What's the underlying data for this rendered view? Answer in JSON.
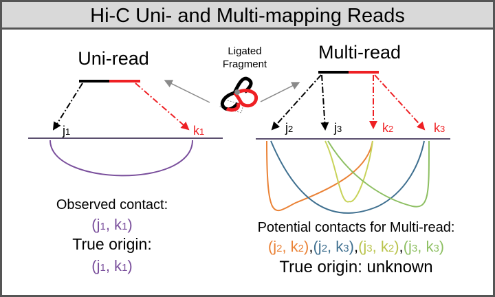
{
  "title": "Hi-C Uni- and Multi-mapping Reads",
  "uni": {
    "heading": "Uni-read",
    "j": "j",
    "j_sub": "1",
    "k": "k",
    "k_sub": "1",
    "observed_label": "Observed contact:",
    "observed": {
      "open": "(j",
      "j_sub": "1",
      "mid": ", k",
      "k_sub": "1",
      "close": ")"
    },
    "true_origin_label": "True origin:",
    "true_origin": {
      "open": "(j",
      "j_sub": "1",
      "mid": ", k",
      "k_sub": "1",
      "close": ")"
    }
  },
  "fragment": {
    "line1": "Ligated",
    "line2": "Fragment"
  },
  "multi": {
    "heading": "Multi-read",
    "labels": [
      {
        "t": "j",
        "sub": "2"
      },
      {
        "t": "j",
        "sub": "3"
      },
      {
        "t": "k",
        "sub": "2"
      },
      {
        "t": "k",
        "sub": "3"
      }
    ],
    "potential_label": "Potential contacts for Multi-read:",
    "pairs": [
      {
        "open": "(j",
        "a": "2",
        "mid": ", k",
        "b": "2",
        "close": ")",
        "sep": ","
      },
      {
        "open": "(j",
        "a": "2",
        "mid": ", k",
        "b": "3",
        "close": ")",
        "sep": ","
      },
      {
        "open": "(j",
        "a": "3",
        "mid": ", k",
        "b": "2",
        "close": ")",
        "sep": ","
      },
      {
        "open": "(j",
        "a": "3",
        "mid": ", k",
        "b": "3",
        "close": ")",
        "sep": ""
      }
    ],
    "true_origin": "True origin: unknown"
  },
  "colors": {
    "purple": "#7a4f9c",
    "red": "#ee2024",
    "orange": "#ea8236",
    "blue": "#3e6f8f",
    "yellow": "#c8d35a",
    "green": "#8dbf62",
    "gray": "#8a8a8a"
  }
}
